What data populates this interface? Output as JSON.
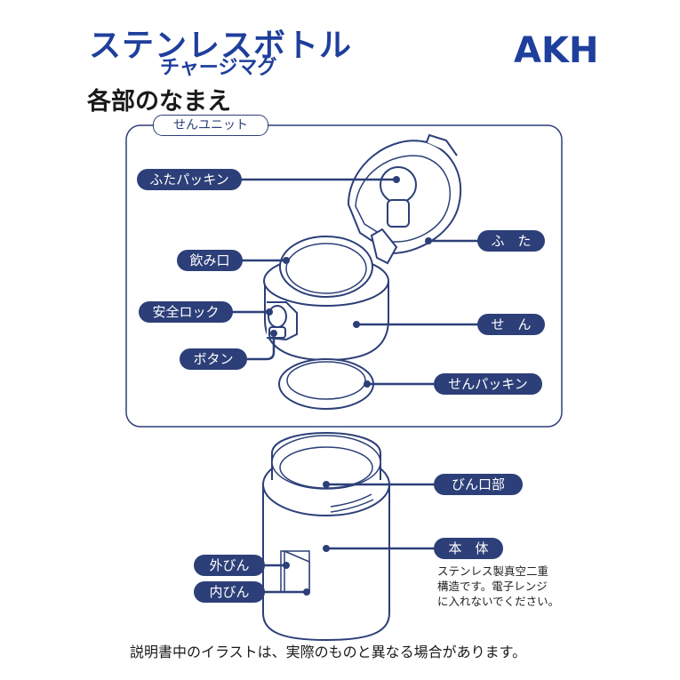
{
  "header": {
    "title": "ステンレスボトル",
    "subtitle": "チャージマグ",
    "model": "AKH",
    "heading": "各部のなまえ"
  },
  "unit": {
    "title": "せんユニット",
    "labels": {
      "lid_gasket": "ふたパッキン",
      "mouth": "飲み口",
      "safety_lock": "安全ロック",
      "button": "ボタン",
      "lid": "ふ　た",
      "stopper": "せ　ん",
      "stopper_gasket": "せんパッキン"
    }
  },
  "body": {
    "labels": {
      "bottle_mouth": "びん口部",
      "main_body": "本　体",
      "outer": "外びん",
      "inner": "内びん"
    },
    "note": "ステンレス製真空二重\n構造です。電子レンジ\nに入れないでください。"
  },
  "footer": "説明書中のイラストは、実際のものと異なる場合があります。",
  "colors": {
    "title": "#1f3f9c",
    "label_bg": "#2c3f78",
    "line": "#2c3f78"
  }
}
